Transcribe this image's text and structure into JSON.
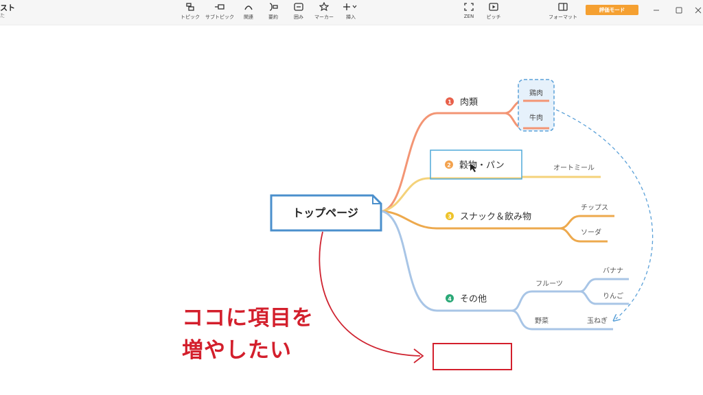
{
  "app": {
    "title": "スト",
    "subtitle": "た"
  },
  "toolbar": {
    "items": [
      {
        "label": "トピック",
        "icon": "topic-icon"
      },
      {
        "label": "サブトピック",
        "icon": "subtopic-icon"
      },
      {
        "label": "関連",
        "icon": "relation-icon"
      },
      {
        "label": "要約",
        "icon": "summary-icon"
      },
      {
        "label": "囲み",
        "icon": "boundary-icon"
      },
      {
        "label": "マーカー",
        "icon": "marker-star-icon"
      },
      {
        "label": "挿入",
        "icon": "insert-plus-icon"
      }
    ],
    "right_items": [
      {
        "label": "ZEN",
        "icon": "fullscreen-icon"
      },
      {
        "label": "ピッチ",
        "icon": "pitch-play-icon"
      },
      {
        "label": "フォーマット",
        "icon": "format-panel-icon"
      }
    ],
    "eval_label": "評価モード"
  },
  "mindmap": {
    "root": "トップページ",
    "branches": [
      {
        "num": "1",
        "label": "肉類",
        "color": "#f39574",
        "badge": "#e8604a",
        "children": [
          "鶏肉",
          "牛肉"
        ]
      },
      {
        "num": "2",
        "label": "穀物・パン",
        "color": "#f4d27a",
        "badge": "#f3a24e",
        "children": [
          "オートミール"
        ]
      },
      {
        "num": "3",
        "label": "スナック＆飲み物",
        "color": "#eda94d",
        "badge": "#eec32a",
        "children": [
          "チップス",
          "ソーダ"
        ]
      },
      {
        "num": "4",
        "label": "その他",
        "color": "#a8c5e6",
        "badge": "#2aa876",
        "groups": [
          {
            "label": "フルーツ",
            "children": [
              "バナナ",
              "りんご"
            ]
          },
          {
            "label": "野菜",
            "children": [
              "玉ねぎ"
            ]
          }
        ]
      }
    ]
  },
  "annotation": {
    "line1": "ココに項目を",
    "line2": "増やしたい",
    "color": "#d31f2c"
  }
}
